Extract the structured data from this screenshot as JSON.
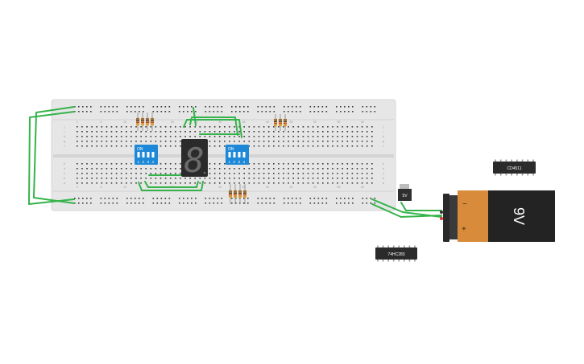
{
  "breadboard": {
    "row_labels_top": [
      "j",
      "i",
      "h",
      "g",
      "f"
    ],
    "row_labels_bottom": [
      "e",
      "d",
      "c",
      "b",
      "a"
    ],
    "column_numbers": [
      "1",
      "5",
      "10",
      "15",
      "20",
      "25",
      "30",
      "35",
      "40",
      "45",
      "50",
      "55",
      "60"
    ]
  },
  "dip_switch_left": {
    "on_label": "ON",
    "switch_numbers": [
      "1",
      "2",
      "3",
      "4"
    ]
  },
  "dip_switch_right": {
    "on_label": "ON",
    "switch_numbers": [
      "1",
      "2",
      "3",
      "4"
    ]
  },
  "seven_segment": {
    "digit": "8"
  },
  "regulator": {
    "label": "5V"
  },
  "battery": {
    "label": "9V",
    "minus": "−",
    "plus": "+"
  },
  "chip_top": {
    "label": "CD4511"
  },
  "chip_bottom": {
    "label": "74HC283"
  },
  "colors": {
    "board": "#e6e6e6",
    "hole": "#3a3a3a",
    "wire": "#34b34a",
    "dip": "#1e88d8",
    "battery_copper": "#d98b3c",
    "battery_body": "#232323",
    "chip": "#2b2b2b"
  }
}
